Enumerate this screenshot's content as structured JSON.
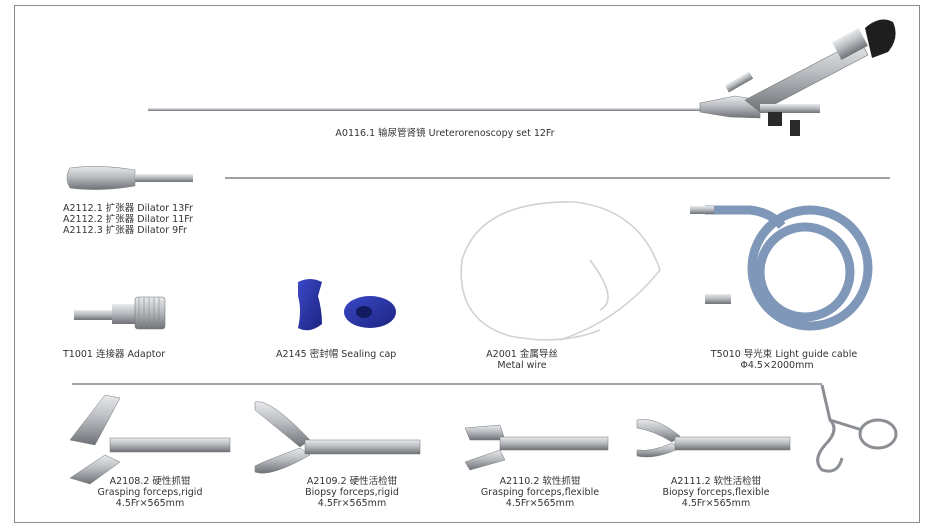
{
  "labels": {
    "ureteroscope": "A0116.1 输尿管肾镜 Ureterorenoscopy set 12Fr",
    "dilator_1": "A2112.1 扩张器 Dilator 13Fr",
    "dilator_2": "A2112.2 扩张器 Dilator 11Fr",
    "dilator_3": "A2112.3 扩张器 Dilator 9Fr",
    "adaptor": "T1001 连接器 Adaptor",
    "sealing_cap": "A2145 密封帽 Sealing cap",
    "metal_wire_1": "A2001 金属导丝",
    "metal_wire_2": "Metal wire",
    "light_cable_1": "T5010 导光束 Light guide cable",
    "light_cable_2": "Φ4.5×2000mm",
    "grasping_rigid_1": "A2108.2 硬性抓钳",
    "grasping_rigid_2": "Grasping forceps,rigid",
    "grasping_rigid_3": "4.5Fr×565mm",
    "biopsy_rigid_1": "A2109.2 硬性活检钳",
    "biopsy_rigid_2": "Biopsy forceps,rigid",
    "biopsy_rigid_3": "4.5Fr×565mm",
    "grasping_flex_1": "A2110.2 软性抓钳",
    "grasping_flex_2": "Grasping forceps,flexible",
    "grasping_flex_3": "4.5Fr×565mm",
    "biopsy_flex_1": "A2111.2 软性活检钳",
    "biopsy_flex_2": "Biopsy forceps,flexible",
    "biopsy_flex_3": "4.5Fr×565mm"
  },
  "colors": {
    "metal": "#b9bcc0",
    "metal_dark": "#6e7175",
    "cap_blue": "#2a35a8",
    "cable_blue": "#7f97b8",
    "frame": "#8a8a8a"
  }
}
